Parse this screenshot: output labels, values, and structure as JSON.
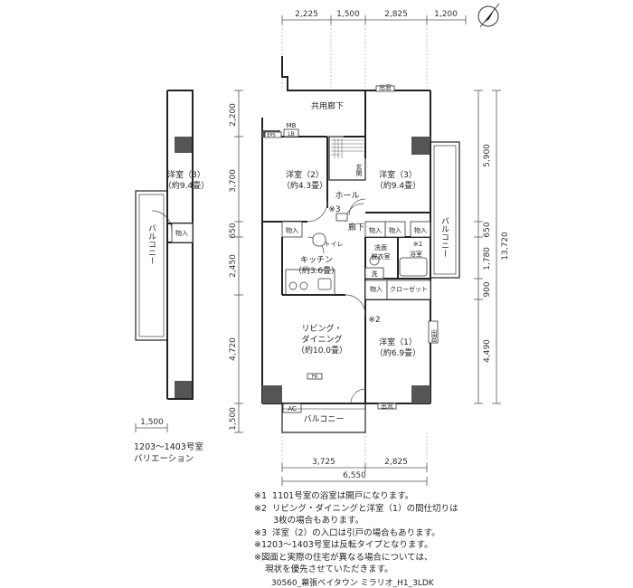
{
  "top_dims": [
    "2,225",
    "1,500",
    "2,825",
    "1,200"
  ],
  "left_dims": [
    "2,200",
    "3,700",
    "650",
    "2,450",
    "4,720",
    "1,500"
  ],
  "right_dims_inner": [
    "5,900",
    "650",
    "1,780",
    "900",
    "4,490"
  ],
  "right_dim_total": "13,720",
  "bottom_dims": [
    "3,725",
    "2,825"
  ],
  "bottom_total": "6,550",
  "variant_dim": "1,500",
  "rooms": {
    "corridor": "共用廊下",
    "mb": "MB",
    "eps": "EPS",
    "lb": "LB",
    "western2": "洋室（2）",
    "western2_size": "（約4.3畳）",
    "western3": "洋室（3）",
    "western3_size": "（約9.4畳）",
    "genkan": "玄関",
    "hall": "ホール",
    "note3": "※3",
    "rouka": "廊下",
    "storage": "物入",
    "toilet": "トイレ",
    "washroom": "洗面",
    "dressing": "脱衣室",
    "note1": "※1",
    "bath": "浴室",
    "kitchen": "キッチン",
    "kitchen_size": "（約3.6畳）",
    "wash": "洗",
    "closet": "クローゼット",
    "balcony": "バルコニー",
    "note2": "※2",
    "living": "リビング・",
    "dining": "ダイニング",
    "living_size": "（約10.0畳）",
    "western1": "洋室（1）",
    "western1_size": "（約6.9畳）",
    "ac": "AC",
    "demado": "出窓",
    "fr": "FR"
  },
  "variant": {
    "western3": "洋室（3）",
    "western3_size": "（約9.4畳）",
    "storage": "物入",
    "balcony": "バルコニー",
    "label_line1": "1203〜1403号室",
    "label_line2": "バリエーション"
  },
  "notes": [
    "※1  1101号室の浴室は開戸になります。",
    "※2  リビング・ダイニングと洋室（1）の間仕切りは",
    "       3枚の場合もあります。",
    "※3  洋室（2）の入口は引戸の場合もあります。",
    "※1203〜1403号室は反転タイプとなります。",
    "※図面と実際の住宅が異なる場合については、",
    "    現状を優先させていただきます。"
  ],
  "footer": "30560_幕張ベイタウン ミラリオ_H1_3LDK"
}
